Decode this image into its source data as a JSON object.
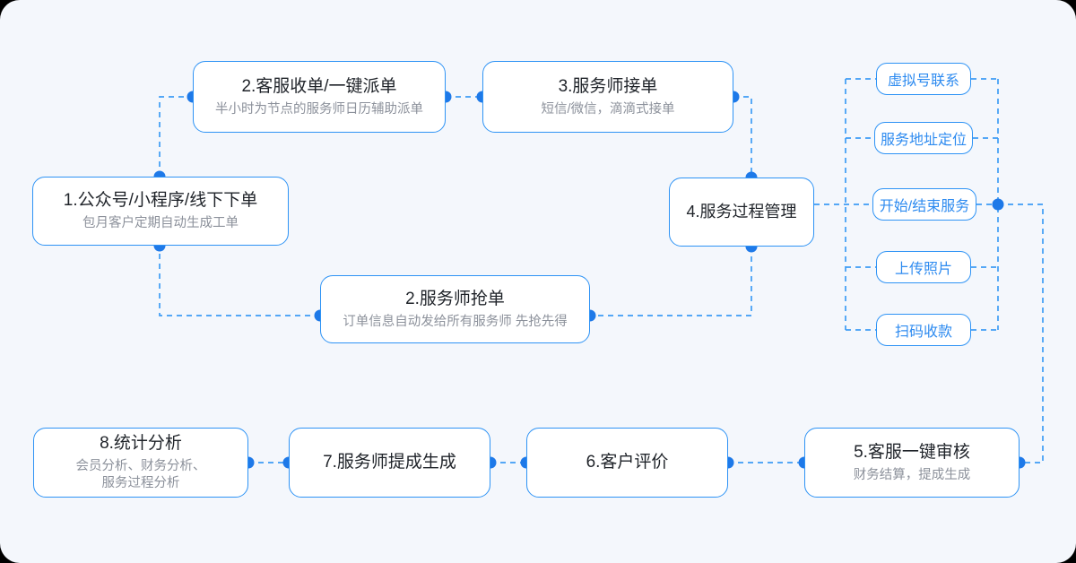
{
  "theme": {
    "background": "#f4f7fc",
    "node_border": "#2e93f5",
    "connector": "#3e9cf5",
    "dot": "#1e79e8",
    "title_color": "#1f2329",
    "subtitle_color": "#8c919b",
    "pill_text_color": "#2e8bf0"
  },
  "nodes": {
    "order": {
      "title": "1.公众号/小程序/线下下单",
      "subtitle": "包月客户定期自动生成工单"
    },
    "dispatch": {
      "title": "2.客服收单/一键派单",
      "subtitle": "半小时为节点的服务师日历辅助派单"
    },
    "accept": {
      "title": "3.服务师接单",
      "subtitle": "短信/微信，滴滴式接单"
    },
    "process": {
      "title": "4.服务过程管理"
    },
    "grab": {
      "title": "2.服务师抢单",
      "subtitle": "订单信息自动发给所有服务师 先抢先得"
    },
    "audit": {
      "title": "5.客服一键审核",
      "subtitle": "财务结算，提成生成"
    },
    "review": {
      "title": "6.客户评价"
    },
    "commission": {
      "title": "7.服务师提成生成"
    },
    "stats": {
      "title": "8.统计分析",
      "subtitle_line1": "会员分析、财务分析、",
      "subtitle_line2": "服务过程分析"
    }
  },
  "process_steps": [
    "虚拟号联系",
    "服务地址定位",
    "开始/结束服务",
    "上传照片",
    "扫码收款"
  ]
}
